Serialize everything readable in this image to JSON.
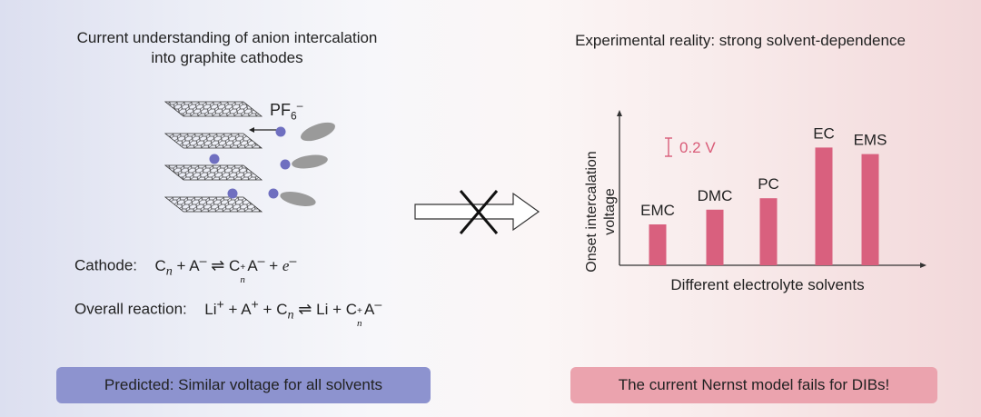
{
  "left_panel": {
    "title_line1": "Current understanding of anion intercalation",
    "title_line2": "into graphite cathodes",
    "ion_label": "PF",
    "ion_subscript": "6",
    "ion_charge": "–",
    "cathode_label": "Cathode:",
    "cathode_equation": {
      "lhs1": "C",
      "lhs1_sub": "n",
      "lhs2": "A",
      "lhs2_sup": "–",
      "rhs1": "C",
      "rhs1_sup": "+",
      "rhs1_sub": "n",
      "rhs2": "A",
      "rhs2_sup": "–",
      "rhs3": "e",
      "rhs3_sup": "–"
    },
    "overall_label": "Overall reaction:",
    "overall_equation": {
      "lhs1": "Li",
      "lhs1_sup": "+",
      "lhs2": "A",
      "lhs2_sup": "+",
      "lhs3": "C",
      "lhs3_sub": "n",
      "rhs1": "Li",
      "rhs2": "C",
      "rhs2_sup": "+",
      "rhs2_sub": "n",
      "rhs3": "A",
      "rhs3_sup": "–"
    },
    "bottom_pill": "Predicted: Similar voltage for all solvents"
  },
  "right_panel": {
    "title": "Experimental reality: strong solvent-dependence",
    "scale_label": "0.2 V",
    "bottom_pill": "The current Nernst model fails for DIBs!"
  },
  "chart_data": {
    "type": "bar",
    "ylabel_line1": "Onset intercalation",
    "ylabel_line2": "voltage",
    "xlabel": "Different electrolyte solvents",
    "categories": [
      "EMC",
      "DMC",
      "PC",
      "EC",
      "EMS"
    ],
    "values": [
      1.0,
      1.36,
      1.64,
      2.88,
      2.72
    ],
    "scale_bar": 0.2,
    "bar_color": "#d9607e"
  },
  "colors": {
    "left_pill": "#8d93cf",
    "right_pill": "#eba3ae",
    "ion_dot": "#6f6fc0",
    "solvent": "#9a9a9a",
    "scale_bar": "#d95c78"
  }
}
